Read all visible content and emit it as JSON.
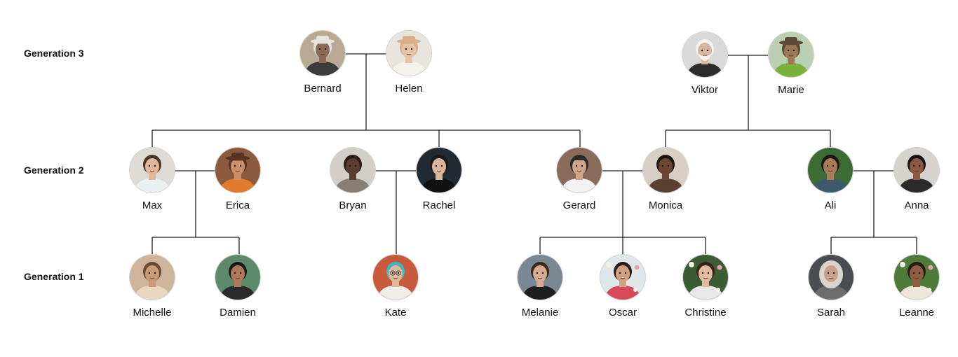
{
  "generations": [
    {
      "label": "Generation 3"
    },
    {
      "label": "Generation 2"
    },
    {
      "label": "Generation 1"
    }
  ],
  "people": [
    {
      "name": "Bernard",
      "bg": "#b9a994",
      "skin": "#8a6a55",
      "hair": "#e8e4dc",
      "shirt": "#3c3a3a",
      "accessory": "hat-icon"
    },
    {
      "name": "Helen",
      "bg": "#e9e4de",
      "skin": "#e5c3a8",
      "hair": "#d9b08e",
      "shirt": "#f4f0ea",
      "accessory": "hat-icon"
    },
    {
      "name": "Viktor",
      "bg": "#d9d9d9",
      "skin": "#d7b5a0",
      "hair": "#f2f2f2",
      "shirt": "#2c2c2c",
      "accessory": "beard-icon"
    },
    {
      "name": "Marie",
      "bg": "#b9d0b2",
      "skin": "#9c7758",
      "hair": "#5b4a3a",
      "shirt": "#7ab23c",
      "accessory": "hat-icon"
    },
    {
      "name": "Max",
      "bg": "#dedbd6",
      "skin": "#e0b79a",
      "hair": "#4a3426",
      "shirt": "#e8f0f2",
      "accessory": ""
    },
    {
      "name": "Erica",
      "bg": "#8c5a3c",
      "skin": "#c98f68",
      "hair": "#5a3420",
      "shirt": "#e07b2d",
      "accessory": "hat-icon"
    },
    {
      "name": "Bryan",
      "bg": "#d2cfcb",
      "skin": "#5a3e30",
      "hair": "#2a1d18",
      "shirt": "#8a7e74",
      "accessory": ""
    },
    {
      "name": "Rachel",
      "bg": "#1f2a33",
      "skin": "#d9b59a",
      "hair": "#1a1a1a",
      "shirt": "#111111",
      "accessory": ""
    },
    {
      "name": "Gerard",
      "bg": "#8a6a58",
      "skin": "#d2a58a",
      "hair": "#2a2a2a",
      "shirt": "#f2f2f2",
      "accessory": "cap-icon"
    },
    {
      "name": "Monica",
      "bg": "#d8cfc4",
      "skin": "#6b4632",
      "hair": "#1e1410",
      "shirt": "#5a4030",
      "accessory": ""
    },
    {
      "name": "Ali",
      "bg": "#3c6b34",
      "skin": "#a87a58",
      "hair": "#1e1712",
      "shirt": "#3d5a6a",
      "accessory": ""
    },
    {
      "name": "Anna",
      "bg": "#d6d2cd",
      "skin": "#8a5a40",
      "hair": "#1a120e",
      "shirt": "#2a2a2a",
      "accessory": ""
    },
    {
      "name": "Michelle",
      "bg": "#cdb49a",
      "skin": "#c99a78",
      "hair": "#6b4a34",
      "shirt": "#e8d6c0",
      "accessory": ""
    },
    {
      "name": "Damien",
      "bg": "#5e8a6c",
      "skin": "#b07a5a",
      "hair": "#1a1a1a",
      "shirt": "#2b2b2b",
      "accessory": ""
    },
    {
      "name": "Kate",
      "bg": "#c65a3a",
      "skin": "#e0b89c",
      "hair": "#3ab8c4",
      "shirt": "#f0ece8",
      "accessory": "glasses-icon"
    },
    {
      "name": "Melanie",
      "bg": "#7a8894",
      "skin": "#d6ab90",
      "hair": "#3a2a20",
      "shirt": "#1e1e1e",
      "accessory": ""
    },
    {
      "name": "Oscar",
      "bg": "#dfe7ea",
      "skin": "#d0a080",
      "hair": "#2a1e16",
      "shirt": "#d74a5a",
      "accessory": "flowers-icon"
    },
    {
      "name": "Christine",
      "bg": "#3c5c34",
      "skin": "#e2bba0",
      "hair": "#3a2418",
      "shirt": "#e8e8e8",
      "accessory": "flowers-icon"
    },
    {
      "name": "Sarah",
      "bg": "#4a4e52",
      "skin": "#c9a08a",
      "hair": "#d8d4ce",
      "shirt": "#6e6c6a",
      "accessory": "hijab-icon"
    },
    {
      "name": "Leanne",
      "bg": "#4e7a3a",
      "skin": "#8e5e42",
      "hair": "#2a1a12",
      "shirt": "#efe6da",
      "accessory": "flowers-icon"
    }
  ]
}
